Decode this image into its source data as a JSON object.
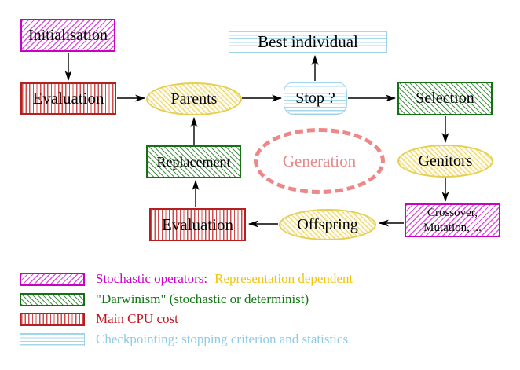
{
  "diagram": {
    "nodes": {
      "initialisation": "Initialisation",
      "evaluation_top": "Evaluation",
      "parents": "Parents",
      "best_individual": "Best individual",
      "stop": "Stop ?",
      "selection": "Selection",
      "genitors": "Genitors",
      "crossover_line1": "Crossover,",
      "crossover_line2": "Mutation, ...",
      "offspring": "Offspring",
      "evaluation_bottom": "Evaluation",
      "replacement": "Replacement",
      "generation": "Generation"
    },
    "legend": {
      "items": [
        {
          "pattern": "magenta-diagonal-hatch",
          "label": "Stochastic operators:",
          "label_secondary": "Representation dependent"
        },
        {
          "pattern": "green-diagonal-hatch",
          "label": "\"Darwinism\" (stochastic or determinist)"
        },
        {
          "pattern": "red-vertical-stripes",
          "label": "Main CPU cost"
        },
        {
          "pattern": "cyan-horizontal-stripes",
          "label": "Checkpointing: stopping criterion and statistics"
        }
      ]
    },
    "colors": {
      "magenta": "#cc00cc",
      "green": "#157015",
      "red": "#b42020",
      "yellow": "#e5cf55",
      "cyan": "#9ed2e6",
      "gold_text": "#f2c40c",
      "cyan_text": "#8fcbe4",
      "salmon": "#ee8787",
      "arrow": "#000000"
    }
  }
}
